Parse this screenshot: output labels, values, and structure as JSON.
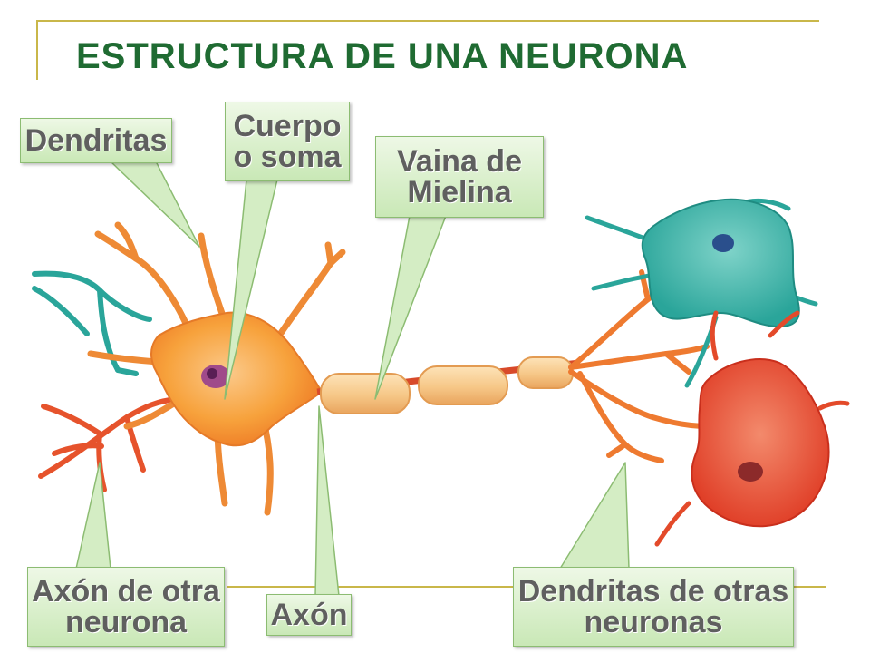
{
  "title": "ESTRUCTURA DE UNA NEURONA",
  "labels": {
    "dendritas": "Dendritas",
    "cuerpo": "Cuerpo\no soma",
    "vaina": "Vaina de\nMielina",
    "axon_otra": "Axón de otra\nneurona",
    "axon": "Axón",
    "dendritas_otras": "Dendritas de otras\nneuronas"
  },
  "colors": {
    "title": "#1f6b32",
    "frame": "#c9b74a",
    "main_neuron": "#f7a23c",
    "main_neuron_branch": "#e8642a",
    "myelin": "#f6c787",
    "teal_neuron": "#2aa59a",
    "red_neuron": "#e8442a",
    "callout_fill": "#d4edc4",
    "callout_border": "#8cbc72",
    "callout_text": "#5f5f5f"
  }
}
